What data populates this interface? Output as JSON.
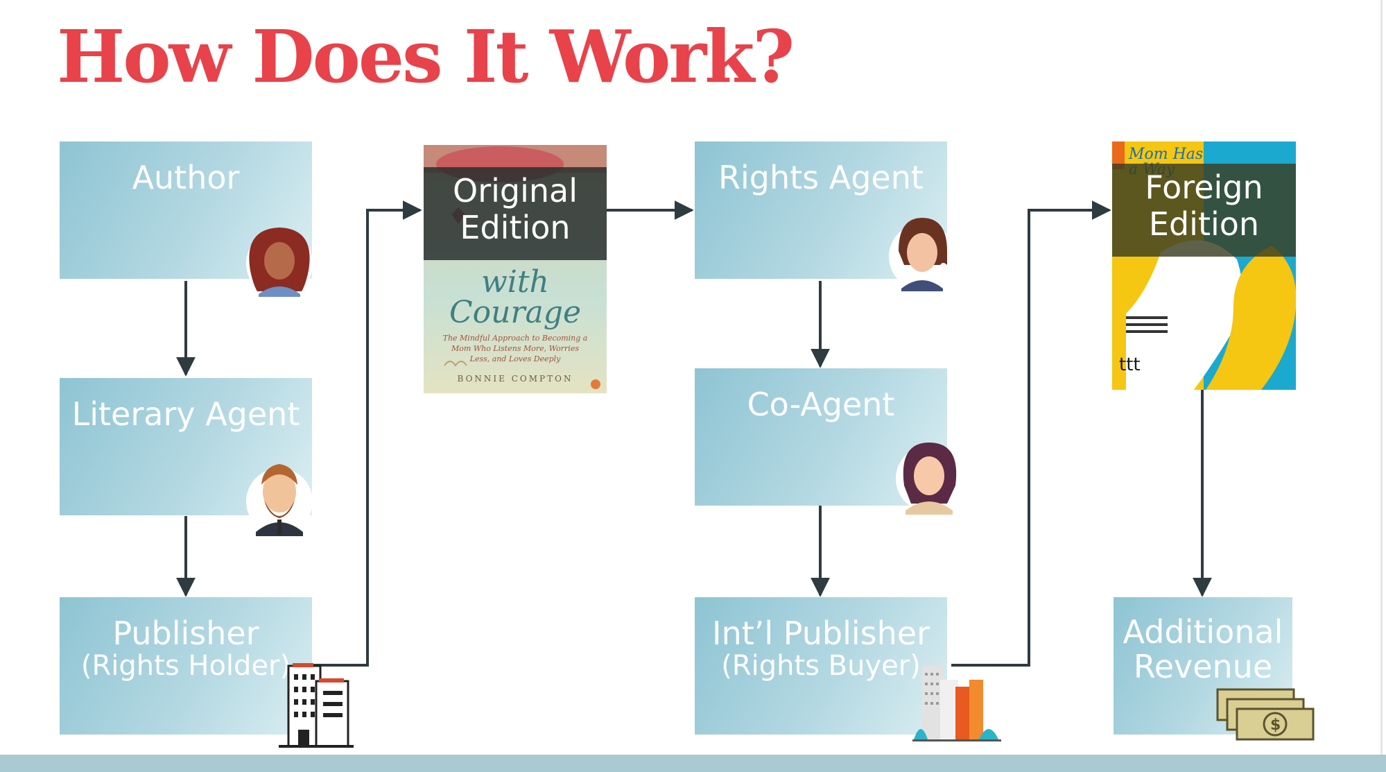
{
  "slide": {
    "title": "How Does It Work?"
  },
  "nodes": {
    "author": "Author",
    "literary_agent": "Literary Agent",
    "publisher": "Publisher",
    "publisher_sub": "(Rights Holder)",
    "original_edition": "Original Edition",
    "rights_agent": "Rights Agent",
    "co_agent": "Co-Agent",
    "intl_publisher": "Int’l Publisher",
    "intl_publisher_sub": "(Rights Buyer)",
    "foreign_edition": "Foreign Edition",
    "additional_revenue": "Additional Revenue"
  },
  "original_cover": {
    "title_script": "with Courage",
    "subtitle": "The Mindful Approach to Becoming a Mom Who Listens More, Worries Less, and Loves Deeply",
    "author": "BONNIE COMPTON"
  },
  "foreign_cover": {
    "script_title": "Mom Has a Way"
  },
  "colors": {
    "title": "#e8424a",
    "box_gradient_start": "#8ec4d3",
    "box_gradient_end": "#dbeef2",
    "arrow": "#2e3b40",
    "bottom_band": "#a9c9d3"
  }
}
